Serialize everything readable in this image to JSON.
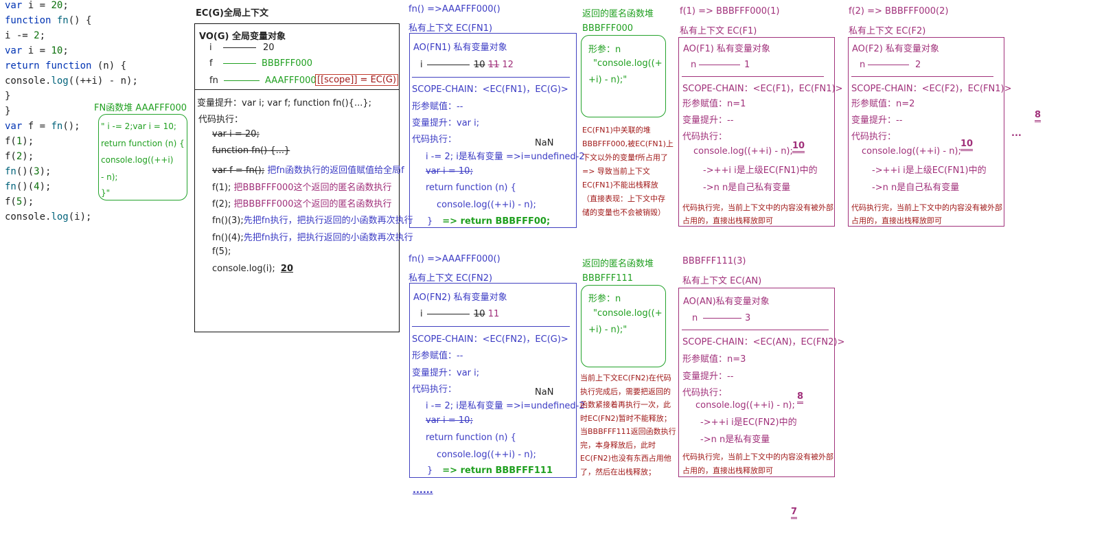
{
  "code": [
    "var i = 20;",
    "function fn() {",
    "    i -= 2;",
    "    var i = 10;",
    "    return function (n) {",
    "        console.log((++i) - n);",
    "    }",
    "}",
    "var f = fn();",
    "f(1);",
    "f(2);",
    "fn()(3);",
    "fn()(4);",
    "f(5);",
    "console.log(i);"
  ],
  "fn_heap": {
    "title": "FN函数堆 AAAFFF000",
    "lines": [
      "\" i -= 2;var i = 10;",
      "return function (n) {",
      "    console.log((++i)",
      "- n);",
      "    }\""
    ]
  },
  "ecg": {
    "title": "EC(G)全局上下文",
    "vo_title": "VO(G) 全局变量对象",
    "vars": [
      {
        "name": "i",
        "value": "20"
      },
      {
        "name": "f",
        "value": "BBBFFF000"
      },
      {
        "name": "fn",
        "value": "AAAFFF000"
      }
    ],
    "scope": "[[scope]] = EC(G)",
    "hoist": "变量提升：var i;  var f;  function fn(){...};",
    "exec_label": "代码执行：",
    "steps": [
      {
        "code": "var i = 20;",
        "note": ""
      },
      {
        "code": "function fn() {...}",
        "note": ""
      },
      {
        "code": "var f = fn();",
        "note": "把fn函数执行的返回值赋值给全局f"
      },
      {
        "code": "f(1);",
        "note": "把BBBFFF000这个返回的匿名函数执行"
      },
      {
        "code": "f(2);",
        "note": "把BBBFFF000这个返回的匿名函数执行"
      },
      {
        "code": "fn()(3);",
        "note": "先把fn执行，把执行返回的小函数再次执行"
      },
      {
        "code": "fn()(4);",
        "note": "先把fn执行，把执行返回的小函数再次执行"
      },
      {
        "code": "f(5);",
        "note": ""
      },
      {
        "code": "console.log(i);",
        "note": ""
      }
    ],
    "result": "20"
  },
  "fn1": {
    "header1": "fn() =>AAAFFF000()",
    "header2": "私有上下文 EC(FN1)",
    "ao": "AO(FN1) 私有变量对象",
    "var_name": "i",
    "v1": "10",
    "v2": "11",
    "v3": "12",
    "chain": "SCOPE-CHAIN：<EC(FN1)，EC(G)>",
    "param": "形参赋值：--",
    "hoist": "变量提升：var i;",
    "exec": "代码执行：",
    "nan": "NaN",
    "l1": "i -= 2; i是私有变量 =>i=undefined-2",
    "l2": "var i = 10;",
    "l3": "return function (n) {",
    "l4": "console.log((++i) - n);",
    "l5a": "}",
    "l5b": "=> return BBBFFF00;"
  },
  "fn2": {
    "header1": "fn() =>AAAFFF000()",
    "header2": "私有上下文 EC(FN2)",
    "ao": "AO(FN2) 私有变量对象",
    "var_name": "i",
    "v1": "10",
    "v2": "11",
    "chain": "SCOPE-CHAIN：<EC(FN2)，EC(G)>",
    "param": "形参赋值：--",
    "hoist": "变量提升：var i;",
    "exec": "代码执行：",
    "nan": "NaN",
    "l1": "i -= 2; i是私有变量 =>i=undefined-2",
    "l2": "var i = 10;",
    "l3": "return function (n) {",
    "l4": "console.log((++i) - n);",
    "l5a": "}",
    "l5b": "=> return BBBFFF111",
    "ellipsis": "......"
  },
  "anon1": {
    "title": "返回的匿名函数堆",
    "addr": "BBBFFF000",
    "l1": "形参：n",
    "l2": "\"console.log((+",
    "l3": "+i) - n);\"",
    "note": [
      "EC(FN1)中关联的堆",
      "BBBFFF000,被EC(FN1)上",
      "下文以外的变量f所占用了",
      "=> 导致当前上下文",
      "EC(FN1)不能出栈释放",
      "（直接表现：上下文中存",
      "储的变量也不会被销毁）"
    ]
  },
  "anon2": {
    "title": "返回的匿名函数堆",
    "addr": "BBBFFF111",
    "l1": "形参：n",
    "l2": "\"console.log((+",
    "l3": "+i) - n);\"",
    "note": [
      "当前上下文EC(FN2)在代码",
      "执行完成后，需要把返回的",
      "函数紧接着再执行一次，此",
      "时EC(FN2)暂时不能释放；",
      "当BBBFFF111返回函数执行",
      "完，本身释放后，此时",
      "EC(FN2)也没有东西占用他",
      "了，然后在出栈释放；"
    ]
  },
  "f1": {
    "h1": "f(1) => BBBFFF000(1)",
    "h2": "私有上下文 EC(F1)",
    "ao": "AO(F1) 私有变量对象",
    "var_name": "n",
    "val": "1",
    "chain": "SCOPE-CHAIN：<EC(F1)，EC(FN1)>",
    "param": "形参赋值：n=1",
    "hoist": "变量提升：--",
    "exec": "代码执行：",
    "log": "console.log((++i) - n);",
    "result": "10",
    "c1": "->++i   i是上级EC(FN1)中的",
    "c2": "->n    n是自己私有变量",
    "foot1": "代码执行完，当前上下文中的内容没有被外部",
    "foot2": "占用的，直接出栈释放即可"
  },
  "f2": {
    "h1": "f(2) => BBBFFF000(2)",
    "h2": "私有上下文 EC(F2)",
    "ao": "AO(F2) 私有变量对象",
    "var_name": "n",
    "val": "2",
    "chain": "SCOPE-CHAIN：<EC(F2)，EC(FN1)>",
    "param": "形参赋值：n=2",
    "hoist": "变量提升：--",
    "exec": "代码执行：",
    "log": "console.log((++i) - n);",
    "result": "10",
    "c1": "->++i   i是上级EC(FN1)中的",
    "c2": "->n    n是自己私有变量",
    "foot1": "代码执行完，当前上下文中的内容没有被外部",
    "foot2": "占用的，直接出栈释放即可"
  },
  "an": {
    "h1": "BBBFFF111(3)",
    "h2": "私有上下文 EC(AN)",
    "ao": "AO(AN)私有变量对象",
    "var_name": "n",
    "val": "3",
    "chain": "SCOPE-CHAIN：<EC(AN)，EC(FN2)>",
    "param": "形参赋值：n=3",
    "hoist": "变量提升：--",
    "exec": "代码执行：",
    "log": "console.log((++i) - n);",
    "result": "8",
    "c1": "->++i    i是EC(FN2)中的",
    "c2": "->n   n是私有变量",
    "foot1": "代码执行完，当前上下文中的内容没有被外部",
    "foot2": "占用的，直接出栈释放即可"
  },
  "extra": {
    "eight": "8",
    "dots": "...",
    "seven": "7"
  }
}
